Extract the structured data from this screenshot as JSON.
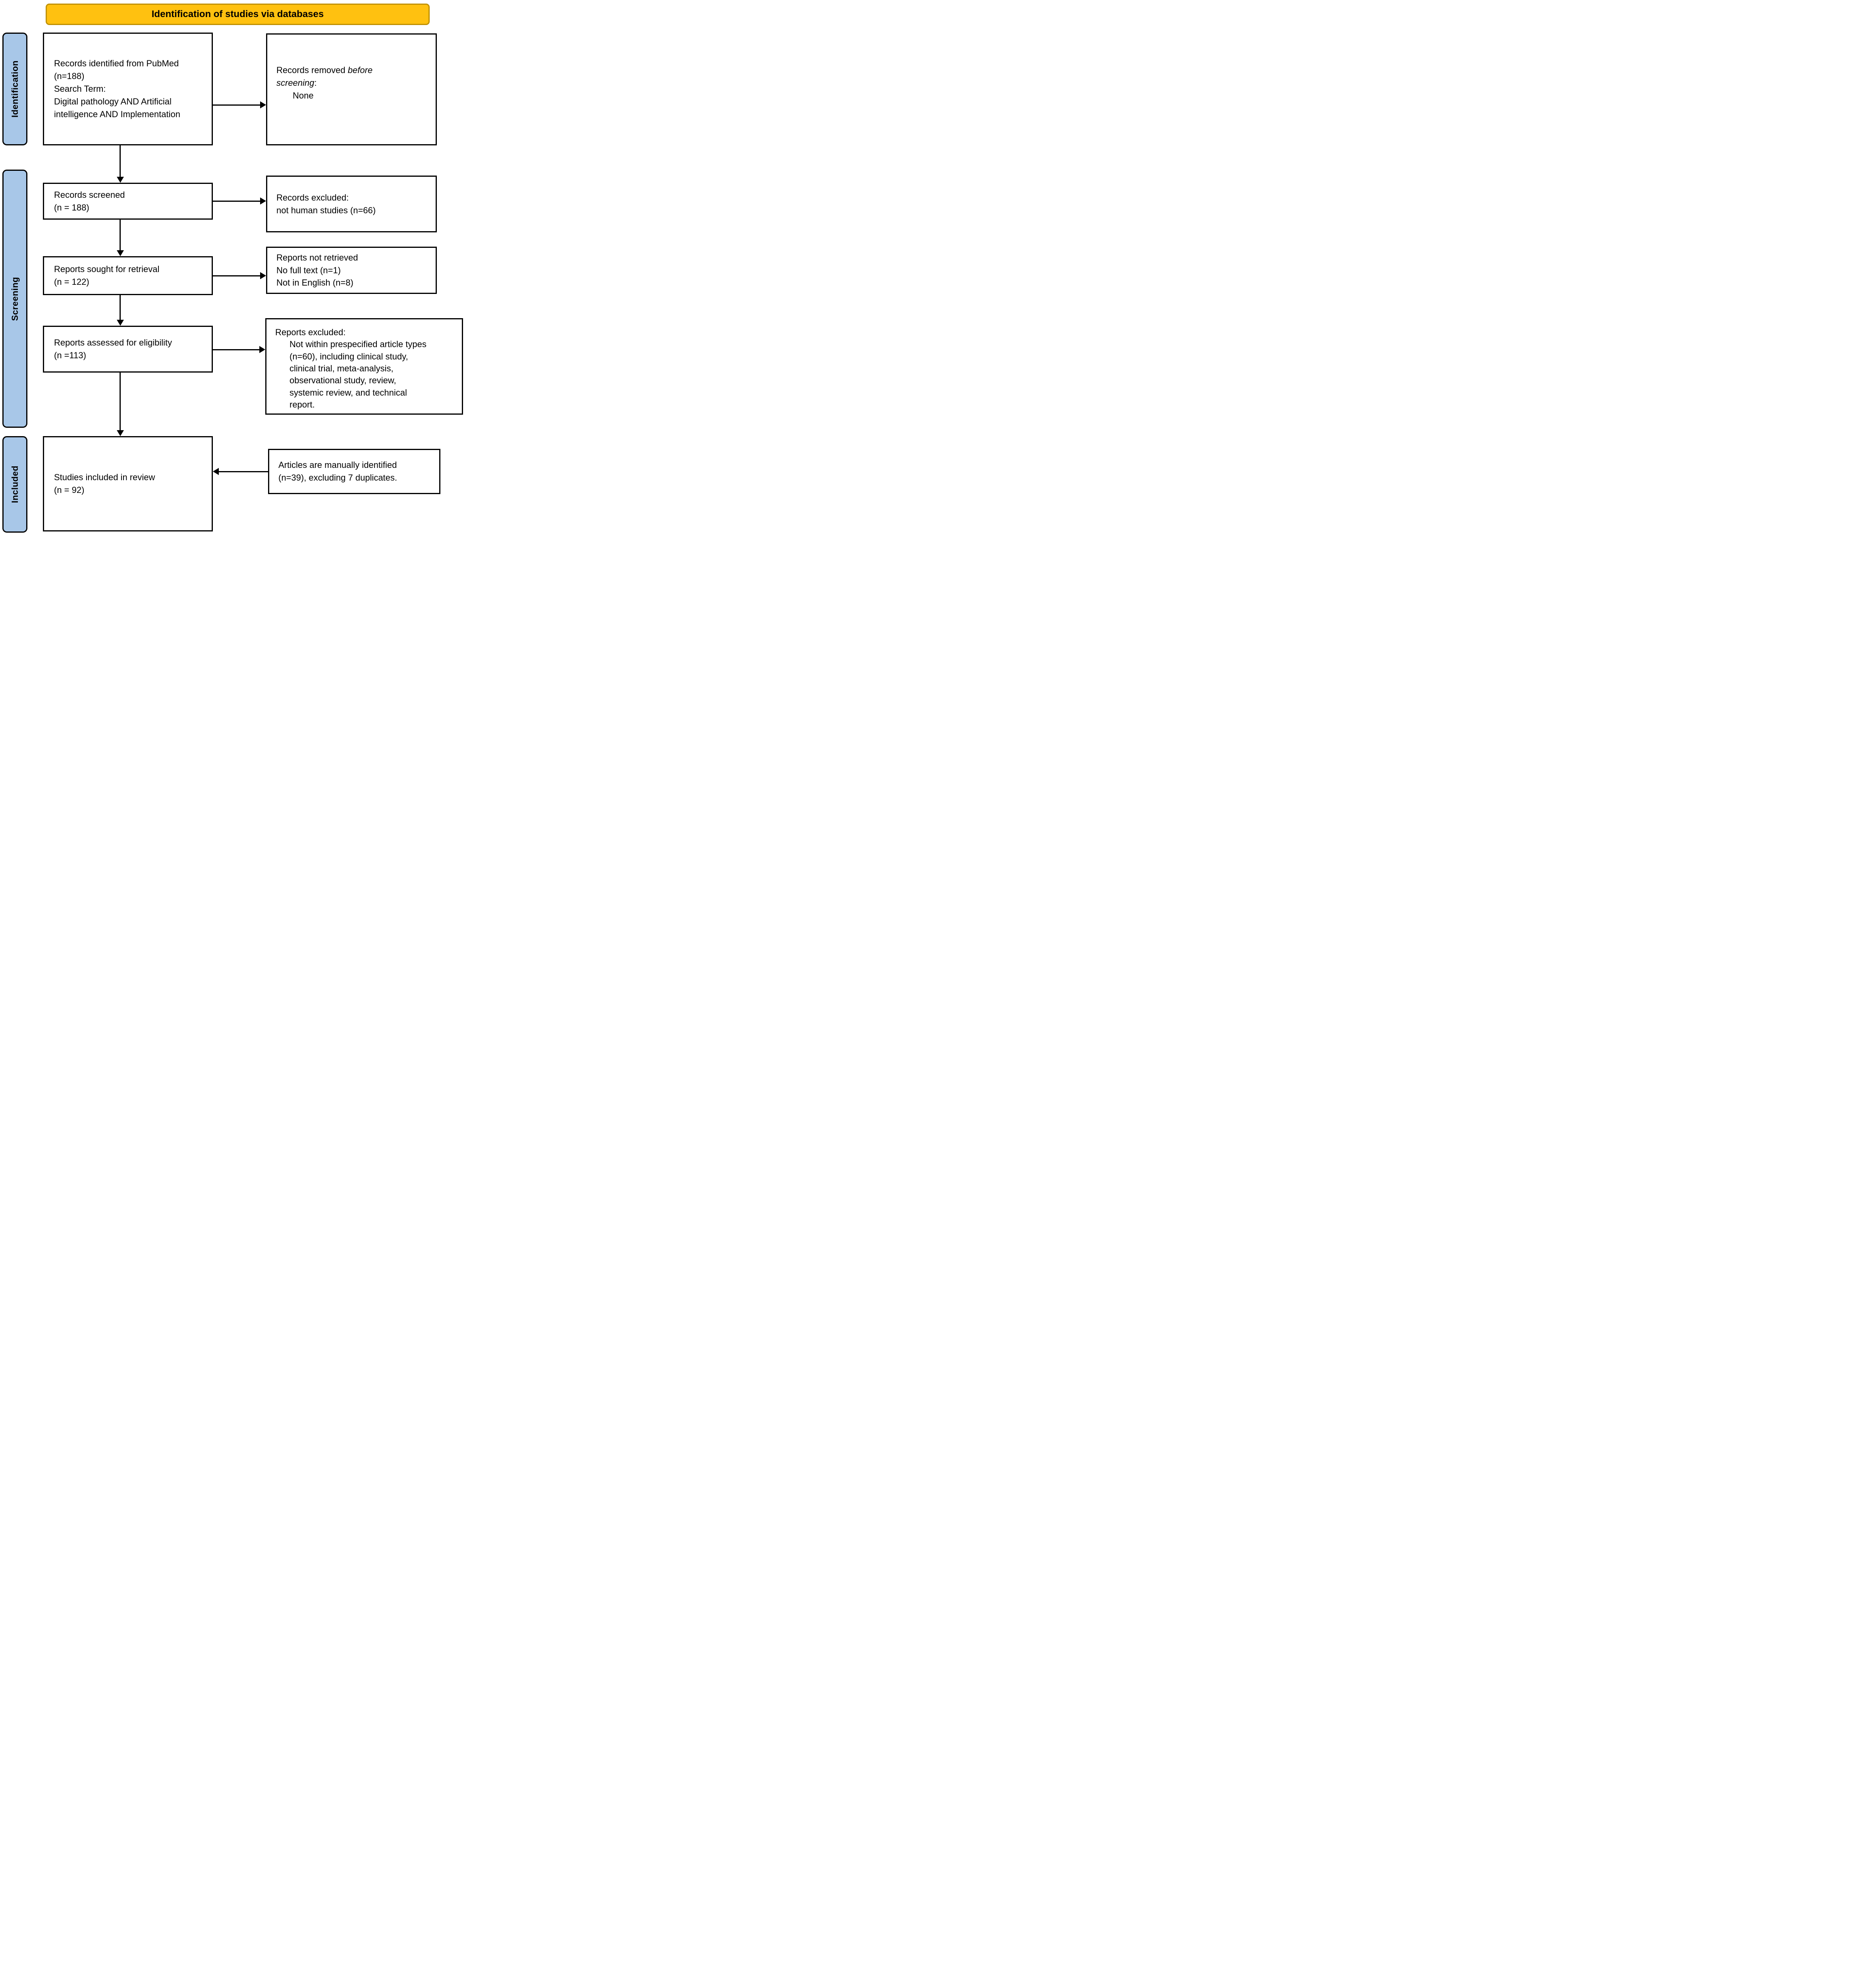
{
  "banner": {
    "title": "Identification of studies via databases"
  },
  "stages": {
    "identification": "Identification",
    "screening": "Screening",
    "included": "Included"
  },
  "flow": {
    "records_identified": "Records identified from PubMed\n(n=188)\nSearch Term:\nDigital pathology AND Artificial\nintelligence AND Implementation",
    "records_screened": "Records screened\n(n = 188)",
    "reports_sought": "Reports sought for retrieval\n(n = 122)",
    "reports_assessed": "Reports assessed for eligibility\n(n =113)",
    "studies_included": "Studies included in review\n(n = 92)"
  },
  "exclusions": {
    "records_removed": {
      "prefix": "Records removed ",
      "italic": "before\nscreening",
      "suffix": ":",
      "detail": "None"
    },
    "records_excluded": "Records excluded:\nnot human studies (n=66)",
    "reports_not_retrieved": "Reports not retrieved\nNo full text (n=1)\nNot in English (n=8)",
    "reports_excluded": {
      "heading": "Reports excluded:",
      "detail": "Not within prespecified article types\n(n=60), including clinical study,\nclinical trial, meta-analysis,\nobservational study, review,\nsystemic review, and technical\nreport."
    },
    "manual_articles": "Articles are manually identified\n(n=39), excluding 7 duplicates."
  },
  "colors": {
    "banner_fill": "#FFC110",
    "banner_border": "#BF9000",
    "stage_fill": "#A8C7E8",
    "box_border": "#000000"
  }
}
